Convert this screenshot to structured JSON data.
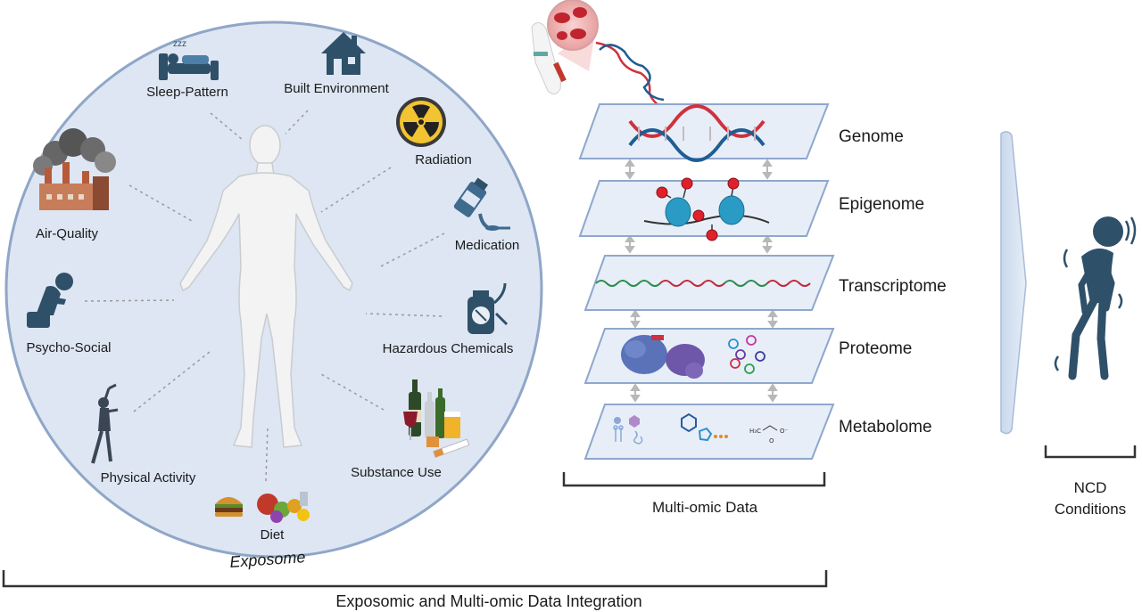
{
  "exposome": {
    "factors": [
      {
        "label": "Sleep-Pattern",
        "icon": "sleep-bed-icon"
      },
      {
        "label": "Built Environment",
        "icon": "house-icon"
      },
      {
        "label": "Radiation",
        "icon": "radiation-icon"
      },
      {
        "label": "Medication",
        "icon": "medication-bottle-icon"
      },
      {
        "label": "Hazardous Chemicals",
        "icon": "sprayer-icon"
      },
      {
        "label": "Substance Use",
        "icon": "alcohol-cigarette-icon"
      },
      {
        "label": "Diet",
        "icon": "food-icon"
      },
      {
        "label": "Physical Activity",
        "icon": "exercising-person-icon"
      },
      {
        "label": "Psycho-Social",
        "icon": "distressed-person-icon"
      },
      {
        "label": "Air-Quality",
        "icon": "factory-smoke-icon"
      }
    ],
    "caption": "Exposome"
  },
  "multiomic": {
    "layers": [
      {
        "label": "Genome",
        "icon": "dna-helix-icon"
      },
      {
        "label": "Epigenome",
        "icon": "nucleosome-methylation-icon"
      },
      {
        "label": "Transcriptome",
        "icon": "rna-strand-icon"
      },
      {
        "label": "Proteome",
        "icon": "protein-structure-icon"
      },
      {
        "label": "Metabolome",
        "icon": "metabolite-molecules-icon"
      }
    ],
    "caption": "Multi-omic Data"
  },
  "outcome": {
    "caption_line1": "NCD",
    "caption_line2": "Conditions",
    "icon": "ill-person-icon"
  },
  "footer": {
    "title": "Exposomic and Multi-omic Data Integration"
  },
  "colors": {
    "circle_fill": "#dde6f2",
    "circle_stroke": "#8fa6c8",
    "layer_fill": "#e7eef8",
    "layer_stroke": "#8ea7cd",
    "icon_dark": "#2f5069",
    "dna_red": "#d0313d",
    "dna_blue": "#1f5d93"
  }
}
